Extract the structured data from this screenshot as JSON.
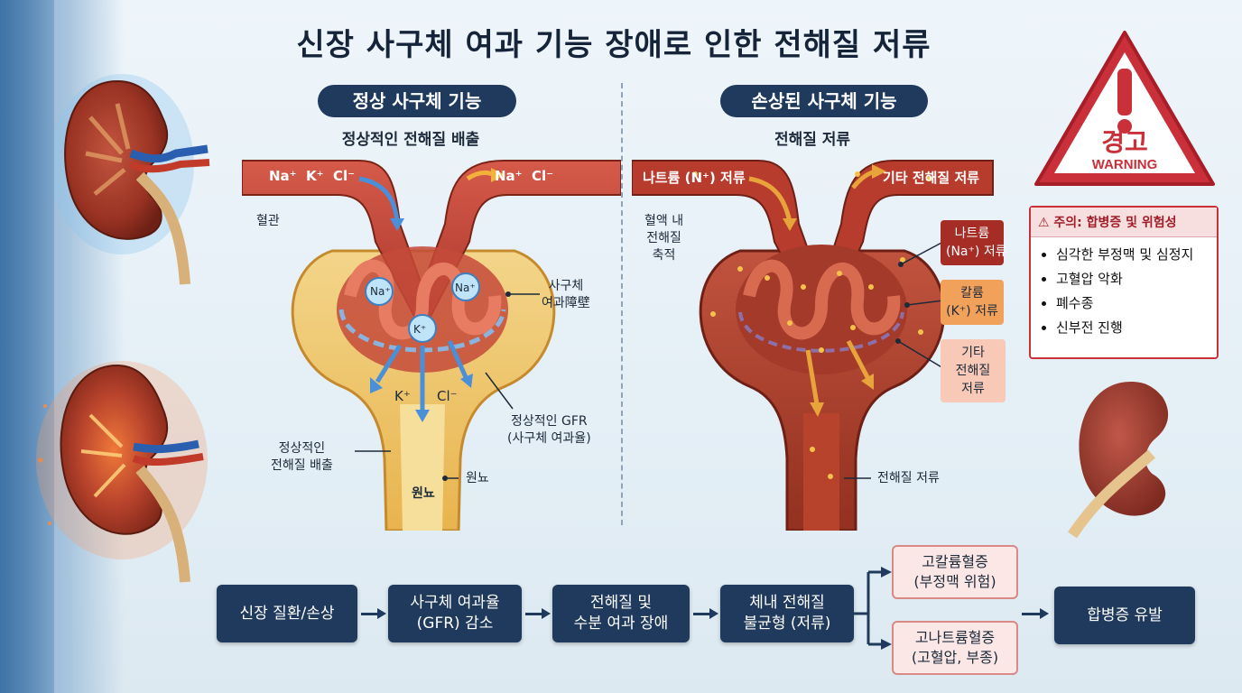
{
  "title": "신장 사구체 여과 기능 장애로 인한 전해질 저류",
  "normal": {
    "heading": "정상 사구체 기능",
    "subheading": "정상적인 전해질 배출",
    "vessel_in": "Na⁺  K⁺  Cl⁻",
    "vessel_out": "Na⁺  Cl⁻",
    "ions": [
      "Na⁺",
      "Na⁺",
      "K⁺"
    ],
    "filtered_ions": [
      "K⁺",
      "Cl⁻"
    ],
    "labels": {
      "vessel": "혈관",
      "barrier": "사구체\n여과障壁",
      "gfr": "정상적인 GFR\n(사구체 여과율)",
      "excretion": "정상적인\n전해질 배출",
      "urine_right": "원뇨",
      "urine_center": "원뇨"
    }
  },
  "damaged": {
    "heading": "손상된 사구체 기능",
    "subheading": "전해질 저류",
    "vessel_in": "나트륨 (N⁺) 저류",
    "vessel_out": "기타 전해질 저류",
    "labels": {
      "blood": "혈액 내\n전해질\n축적",
      "retention": "전해질 저류"
    },
    "tags": [
      {
        "text": "나트륨\n(Na⁺) 저류"
      },
      {
        "text": "칼륨\n(K⁺) 저류"
      },
      {
        "text": "기타\n전해질\n저류"
      }
    ]
  },
  "warning": {
    "sign_text": "경고",
    "sign_sub": "WARNING",
    "box_title": "⚠ 주의: 합병증 및 위험성",
    "items": [
      "심각한 부정맥 및 심정지",
      "고혈압 악화",
      "폐수종",
      "신부전 진행"
    ]
  },
  "flow": {
    "steps": [
      "신장 질환/손상",
      "사구체 여과율\n(GFR) 감소",
      "전해질 및\n수분 여과 장애",
      "체내 전해질\n불균형 (저류)"
    ],
    "outcomes": [
      "고칼륨혈증\n(부정맥 위험)",
      "고나트륨혈증\n(고혈압, 부종)"
    ],
    "final": "합병증 유발"
  },
  "colors": {
    "navy": "#1f3a5c",
    "warning_red": "#c9303a",
    "vessel_red": "#c8463c",
    "filter_blue": "#4a90d9",
    "retention_orange": "#e8a43a"
  }
}
